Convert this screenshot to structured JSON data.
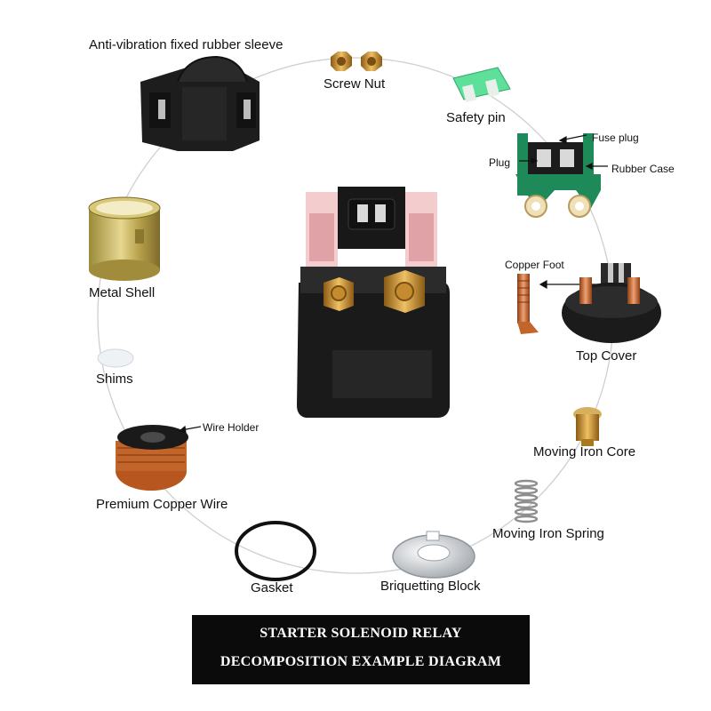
{
  "diagram": {
    "banner": {
      "line1": "STARTER SOLENOID RELAY",
      "line2": "DECOMPOSITION EXAMPLE DIAGRAM"
    },
    "labels": {
      "anti_vibration_sleeve": "Anti-vibration fixed rubber sleeve",
      "screw_nut": "Screw Nut",
      "safety_pin": "Safety pin",
      "fuse_plug": "Fuse plug",
      "plug": "Plug",
      "rubber_case": "Rubber Case",
      "copper_foot": "Copper Foot",
      "top_cover": "Top Cover",
      "moving_iron_core": "Moving Iron Core",
      "moving_iron_spring": "Moving Iron Spring",
      "briquetting_block": "Briquetting Block",
      "gasket": "Gasket",
      "premium_copper_wire": "Premium Copper Wire",
      "wire_holder": "Wire Holder",
      "shims": "Shims",
      "metal_shell": "Metal Shell"
    },
    "colors": {
      "ring": "#cfcfcf",
      "black_plastic": "#1c1c1c",
      "brass": "#c98b2a",
      "copper": "#c2652b",
      "green": "#1e8a5a",
      "fuse_green": "#5fe09a",
      "pink_cap": "#f2c6c8",
      "banner_bg": "#0b0b0b"
    }
  }
}
